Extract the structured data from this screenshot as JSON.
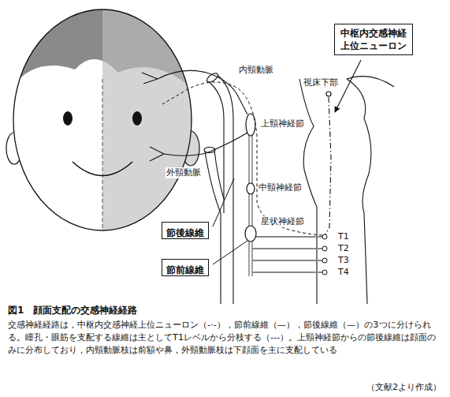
{
  "diagram": {
    "title": "図1　顔面支配の交感神経経路",
    "caption": "交感神経経路は，中枢内交感神経上位ニューロン（-·-），節前線維（—），節後線維（—）の3つに分けられる。瞳孔・眼筋を支配する線維は主としてT1レベルから分枝する（---）。上頸神経節からの節後線維は顔面のみに分布しており，内頸動脈枝は前額や鼻，外頸動脈枝は下顔面を主に支配している",
    "nodes": [
      {
        "text": [
          "中枢内交感神経 上位ニューロン"
        ]
      },
      {
        "text": [
          "節後線維"
        ]
      },
      {
        "text": [
          "節前線維"
        ]
      }
    ],
    "labels": [
      "内頸動脈",
      "視床下部",
      "上頸神経節",
      "中頸神経節",
      "外頸動脈",
      "星状神経節",
      "T1",
      "T2",
      "T3",
      "T4",
      "（文献2より作成）"
    ]
  }
}
